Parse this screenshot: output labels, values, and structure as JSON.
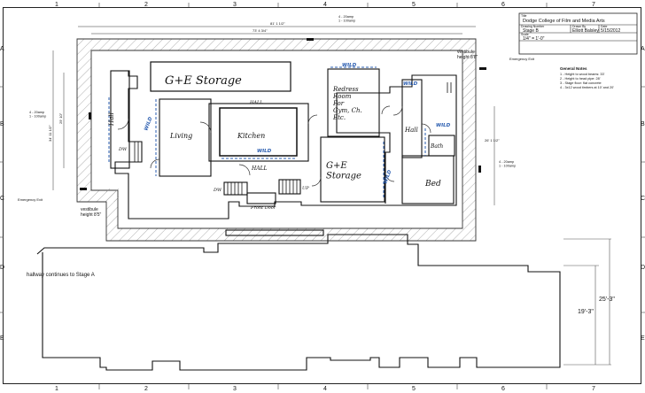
{
  "title_block": {
    "title_label": "Title",
    "title": "Dodge College of Film and Media Arts",
    "drawing_number_label": "Drawing Number",
    "drawing_number": "Stage B",
    "drawn_by_label": "Drawn By",
    "drawn_by": "Elliott Balsley",
    "date_label": "Date",
    "date": "5/15/2012",
    "scale_label": "Scale",
    "scale": "1/4\" = 1'-0\""
  },
  "general_notes": {
    "heading": "General Notes",
    "items": [
      "1 - Height to wood beams: 33'",
      "2 - Height to head pipe: 28'",
      "3 - Stage floor: flat concrete",
      "4 - 3x12 wood timbers at 10' and 20'"
    ]
  },
  "grid": {
    "columns": [
      "1",
      "2",
      "3",
      "4",
      "5",
      "6",
      "7"
    ],
    "rows": [
      "A",
      "B",
      "C",
      "D",
      "E"
    ]
  },
  "labels": {
    "vestibule_top": "vestibule\nheight 8'8\"",
    "vestibule_left": "vestibule\nheight 8'5\"",
    "emergency_exit_right": "Emergency Exit",
    "emergency_exit_left": "Emergency Exit",
    "hallway": "hallway continues to Stage A",
    "dim_top_outer": "81' 1 1/2\"",
    "dim_top_inner": "73' 4 3/4\"",
    "dim_left_a": "34' 11 1/2\"",
    "dim_left_b": "29' 10\"",
    "dim_right": "26' 1 1/2\"",
    "dim_right_big": "25'-3\"",
    "dim_right_small": "19'-3\"",
    "power_top": "4 - 20amp\n1 - 100amp",
    "power_left": "4 - 20amp\n1 - 100amp",
    "power_right": "4 - 20amp\n1 - 100amp"
  },
  "rooms": {
    "storage_top": "G+E  Storage",
    "living": "Living",
    "kitchen": "Kitchen",
    "hall_center_top": "HALL",
    "hall_center_bottom": "HALL",
    "redress": "Redress\nRoom\nFor\nGym, Ch.\nEtc.",
    "storage_center": "G+E\nStorage",
    "hall_left": "Hall",
    "hall_right": "Hall",
    "bath": "Bath",
    "bed": "Bed",
    "dw_left": "DW",
    "dw_center": "DW",
    "up": "UP",
    "front_door": "Front Door",
    "wild_1": "WILD",
    "wild_2": "WILD",
    "wild_3": "WILD",
    "wild_4": "WILD",
    "wild_5": "WILD",
    "wild_6": "WILD"
  }
}
